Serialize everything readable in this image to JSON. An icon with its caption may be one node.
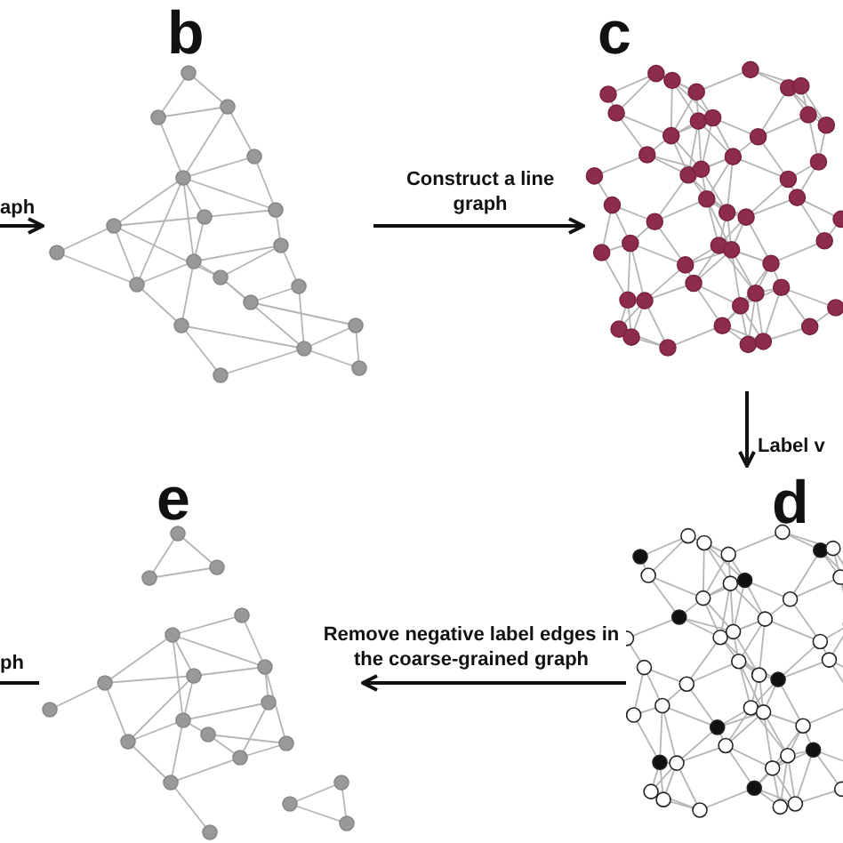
{
  "diagram": {
    "nodes": [
      {
        "text": [
          "b"
        ]
      },
      {
        "text": [
          "c"
        ]
      },
      {
        "text": [
          "d"
        ]
      },
      {
        "text": [
          "e"
        ]
      }
    ],
    "edges": [
      {
        "from": null,
        "to": 0,
        "arrow": "to",
        "label": "aph"
      },
      {
        "from": 0,
        "to": 1,
        "arrow": "to",
        "label": "Construct a line graph"
      },
      {
        "from": 1,
        "to": 2,
        "arrow": "to",
        "label": "Label v"
      },
      {
        "from": 2,
        "to": 3,
        "arrow": "to",
        "label": "Remove negative label edges in the coarse-grained graph"
      },
      {
        "from": 3,
        "to": null,
        "arrow": "none",
        "label": "ph"
      }
    ]
  }
}
